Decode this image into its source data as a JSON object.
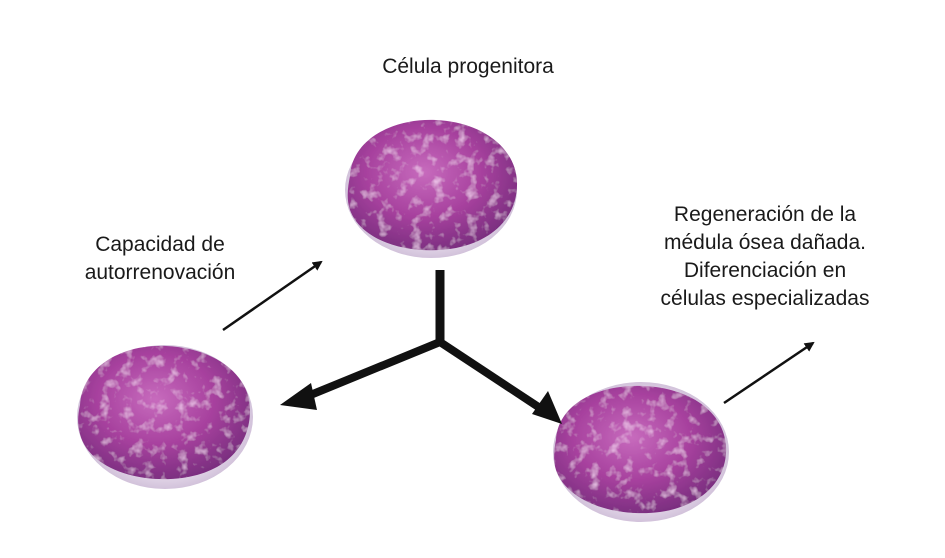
{
  "labels": {
    "progenitor": "Célula progenitora",
    "self_renewal_line1": "Capacidad de",
    "self_renewal_line2": "autorrenovación",
    "regeneration_line1": "Regeneración de la",
    "regeneration_line2": "médula ósea dañada.",
    "regeneration_line3": "Diferenciación en",
    "regeneration_line4": "células especializadas"
  },
  "colors": {
    "cell_core": "#c25ab8",
    "cell_mid": "#a7419e",
    "cell_edge": "#7a2e7f",
    "cell_rim": "#d9c7e0",
    "arrow": "#111111",
    "text": "#1a1a1a"
  }
}
